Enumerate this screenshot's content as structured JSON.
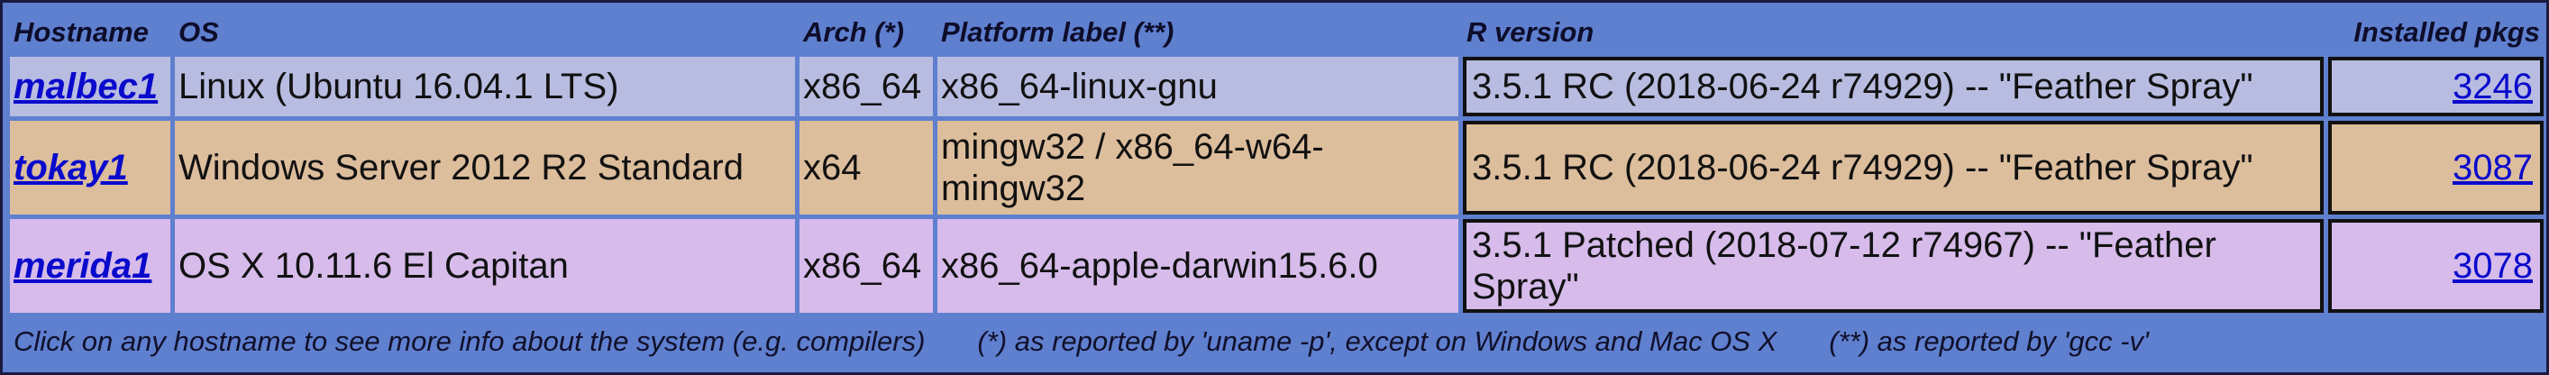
{
  "headers": {
    "hostname": "Hostname",
    "os": "OS",
    "arch": "Arch (*)",
    "platform": "Platform label (**)",
    "rversion": "R version",
    "pkgs": "Installed pkgs"
  },
  "rows": [
    {
      "hostname": "malbec1",
      "os": "Linux (Ubuntu 16.04.1 LTS)",
      "arch": "x86_64",
      "platform": "x86_64-linux-gnu",
      "rversion": "3.5.1 RC (2018-06-24 r74929) -- \"Feather Spray\"",
      "pkgs": "3246",
      "color": "#b8bce0"
    },
    {
      "hostname": "tokay1",
      "os": "Windows Server 2012 R2 Standard",
      "arch": "x64",
      "platform": "mingw32 / x86_64-w64-mingw32",
      "rversion": "3.5.1 RC (2018-06-24 r74929) -- \"Feather Spray\"",
      "pkgs": "3087",
      "color": "#dcbd9c"
    },
    {
      "hostname": "merida1",
      "os": "OS X 10.11.6 El Capitan",
      "arch": "x86_64",
      "platform": "x86_64-apple-darwin15.6.0",
      "rversion": "3.5.1 Patched (2018-07-12 r74967) -- \"Feather Spray\"",
      "pkgs": "3078",
      "color": "#d6bbeb"
    }
  ],
  "footer": {
    "note1": "Click on any hostname to see more info about the system (e.g. compilers)",
    "note2": "(*) as reported by 'uname -p', except on Windows and Mac OS X",
    "note3": "(**) as reported by 'gcc -v'"
  },
  "colors": {
    "frame_bg": "#5f7fcf",
    "link": "#0a0acc",
    "border": "#111111"
  }
}
